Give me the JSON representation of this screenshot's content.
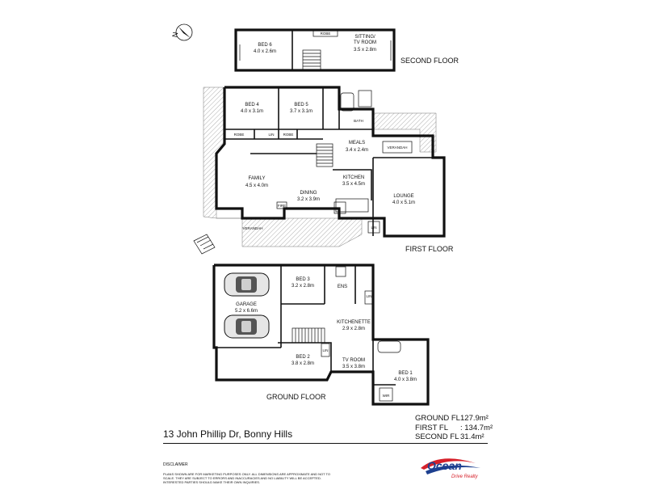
{
  "compass": {
    "icon": "north-arrow-icon",
    "letter": "N"
  },
  "floors": {
    "second": {
      "label": "SECOND FLOOR"
    },
    "first": {
      "label": "FIRST FLOOR"
    },
    "ground": {
      "label": "GROUND FLOOR"
    }
  },
  "rooms": {
    "bed6": {
      "name": "BED 6",
      "dim": "4.0 x 2.6m"
    },
    "sitting_line1": "SITTING/",
    "sitting_line2": "TV ROOM",
    "sitting_dim": "3.5 x 2.8m",
    "robe_second": "ROBE",
    "bed4": {
      "name": "BED 4",
      "dim": "4.0 x 3.1m"
    },
    "bed5": {
      "name": "BED 5",
      "dim": "3.7 x 3.1m"
    },
    "bath": "BATH",
    "robe_b4": "ROBE",
    "lin_first": "LIN",
    "robe_b5": "ROBE",
    "meals": {
      "name": "MEALS",
      "dim": "3.4 x 2.4m"
    },
    "verandah_right": "VERANDAH",
    "family": {
      "name": "FAMILY",
      "dim": "4.5 x 4.0m"
    },
    "kitchen": {
      "name": "KITCHEN",
      "dim": "3.5 x 4.5m"
    },
    "dining": {
      "name": "DINING",
      "dim": "3.2 x 3.9m"
    },
    "lounge": {
      "name": "LOUNGE",
      "dim": "4.0 x 5.1m"
    },
    "fire": "FIRE",
    "verandah_left": "VERANDAH",
    "lin_lounge": "LIN",
    "bed3": {
      "name": "BED 3",
      "dim": "3.2 x 2.8m"
    },
    "ens": "ENS",
    "garage": {
      "name": "GARAGE",
      "dim": "5.2 x 6.6m"
    },
    "lin_ground": "LIN",
    "kitchenette": {
      "name": "KITCHENETTE",
      "dim": "2.9 x 2.8m"
    },
    "bed2": {
      "name": "BED 2",
      "dim": "3.8 x 2.8m"
    },
    "lin_ground2": "LIN",
    "tv_room": {
      "name": "TV ROOM",
      "dim": "3.5 x 3.8m"
    },
    "bed1": {
      "name": "BED 1",
      "dim": "4.0 x 3.8m"
    },
    "wir": "WIR"
  },
  "address": "13 John Phillip Dr, Bonny Hills",
  "areas": [
    {
      "label": "GROUND FL",
      "value": "127.9m²"
    },
    {
      "label": "FIRST FL",
      "value": ": 134.7m²"
    },
    {
      "label": "SECOND FL",
      "value": "31.4m²"
    }
  ],
  "disclaimer": {
    "title": "DISCLAIMER",
    "text": "PLANS SHOWN ARE FOR MARKETING PURPOSES ONLY. ALL DIMENSIONS ARE APPROXIMATE AND NOT TO SCALE. THEY ARE SUBJECT TO ERRORS AND INACCURACIES AND NO LIABILITY WILL BE ACCEPTED. INTERESTED PARTIES SHOULD MAKE THEIR OWN INQUIRIES."
  },
  "logo": {
    "name": "Ocean",
    "tagline": "Drive Realty",
    "colors": {
      "red": "#d6202a",
      "blue": "#1d3f8f"
    }
  }
}
